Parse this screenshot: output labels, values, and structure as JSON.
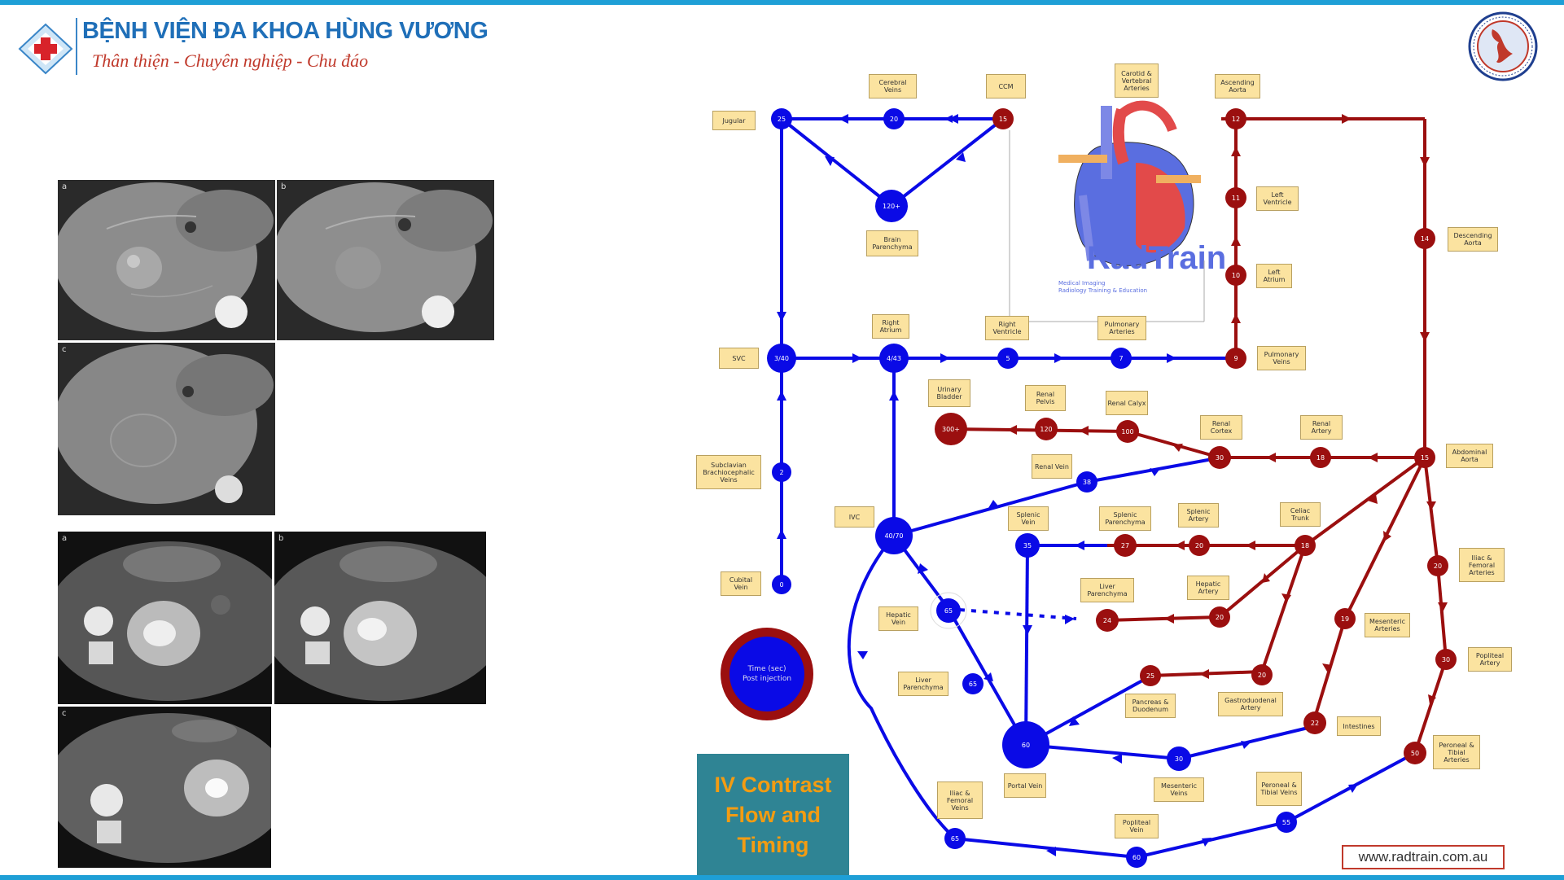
{
  "header": {
    "hospital_name": "BỆNH VIỆN ĐA KHOA HÙNG VƯƠNG",
    "slogan": "Thân thiện - Chuyên nghiệp - Chu đáo"
  },
  "scans": {
    "liver": [
      "a",
      "b",
      "c"
    ],
    "kidney": [
      "a",
      "b",
      "c"
    ]
  },
  "diagram": {
    "title_lines": [
      "IV Contrast",
      "Flow and",
      "Timing"
    ],
    "legend_lines": [
      "Time (sec)",
      "Post injection"
    ],
    "url": "www.radtrain.com.au",
    "logo_text": "RadTrain",
    "logo_sub": [
      "Medical Imaging",
      "Radiology Training & Education"
    ],
    "colors": {
      "venous": "#0a0ae6",
      "arterial": "#9b0f0f",
      "label_fill": "#fbe3a0"
    },
    "nodes": [
      {
        "id": "jugular",
        "value": "25"
      },
      {
        "id": "cerebral-veins",
        "value": "20"
      },
      {
        "id": "cerebral-arteries",
        "value": "15"
      },
      {
        "id": "brain",
        "value": "120+"
      },
      {
        "id": "ascending-aorta",
        "value": "12"
      },
      {
        "id": "left-ventricle",
        "value": "11"
      },
      {
        "id": "left-atrium",
        "value": "10"
      },
      {
        "id": "descending-aorta",
        "value": "14"
      },
      {
        "id": "svc",
        "value": "3/40"
      },
      {
        "id": "right-atrium",
        "value": "4/43"
      },
      {
        "id": "right-ventricle",
        "value": "5"
      },
      {
        "id": "pulmonary-arteries",
        "value": "7"
      },
      {
        "id": "pulmonary-veins",
        "value": "9"
      },
      {
        "id": "bladder",
        "value": "300+"
      },
      {
        "id": "renal-pelvis",
        "value": "120"
      },
      {
        "id": "renal-calyx",
        "value": "100"
      },
      {
        "id": "renal-cortex",
        "value": "30"
      },
      {
        "id": "renal-artery",
        "value": "18"
      },
      {
        "id": "abdominal-aorta",
        "value": "15"
      },
      {
        "id": "subclavian-vein",
        "value": "2"
      },
      {
        "id": "renal-vein",
        "value": "38"
      },
      {
        "id": "ivc",
        "value": "40/70"
      },
      {
        "id": "splenic-vein",
        "value": "35"
      },
      {
        "id": "splenic-parenchyma",
        "value": "27"
      },
      {
        "id": "splenic-artery",
        "value": "20"
      },
      {
        "id": "celiac-trunk",
        "value": "18"
      },
      {
        "id": "iliac-arteries",
        "value": "20"
      },
      {
        "id": "cubital-vein",
        "value": "0"
      },
      {
        "id": "hepatic-vein",
        "value": "65"
      },
      {
        "id": "liver-parenchyma",
        "value": "24"
      },
      {
        "id": "hepatic-artery",
        "value": "20"
      },
      {
        "id": "mesenteric-arteries",
        "value": "19"
      },
      {
        "id": "liver-parenchyma-vein",
        "value": "65"
      },
      {
        "id": "pancreas-duodenum",
        "value": "25"
      },
      {
        "id": "gastroduodenal-artery",
        "value": "20"
      },
      {
        "id": "popliteal-artery",
        "value": "30"
      },
      {
        "id": "portal-vein",
        "value": "60"
      },
      {
        "id": "mesenteric-veins",
        "value": "30"
      },
      {
        "id": "intestines",
        "value": "22"
      },
      {
        "id": "peroneal-tibial-arteries",
        "value": "50"
      },
      {
        "id": "iliac-femoral-veins",
        "value": "65"
      },
      {
        "id": "peroneal-tibial-veins",
        "value": "55"
      },
      {
        "id": "popliteal-vein",
        "value": "60"
      }
    ],
    "labels": {
      "jugular": "Jugular",
      "cerebral_veins": "Cerebral Veins",
      "cerebral_arteries": "CCM",
      "carotid": "Carotid & Vertebral Arteries",
      "ascending_aorta": "Ascending Aorta",
      "brain": "Brain Parenchyma",
      "left_ventricle": "Left Ventricle",
      "descending_aorta": "Descending Aorta",
      "left_atrium": "Left Atrium",
      "right_atrium": "Right Atrium",
      "right_ventricle": "Right Ventricle",
      "pulmonary_arteries": "Pulmonary Arteries",
      "svc": "SVC",
      "pulmonary_veins": "Pulmonary Veins",
      "bladder": "Urinary Bladder",
      "renal_pelvis": "Renal Pelvis",
      "renal_calyx": "Renal Calyx",
      "renal_cortex": "Renal Cortex",
      "renal_artery": "Renal Artery",
      "abdominal_aorta": "Abdominal Aorta",
      "subclavian": "Subclavian Brachiocephalic Veins",
      "renal_vein": "Renal Vein",
      "ivc": "IVC",
      "splenic_vein": "Splenic Vein",
      "splenic_parenchyma": "Splenic Parenchyma",
      "splenic_artery": "Splenic Artery",
      "celiac_trunk": "Celiac Trunk",
      "iliac_arteries": "Iliac & Femoral Arteries",
      "cubital_vein": "Cubital Vein",
      "liver_parenchyma": "Liver Parenchyma",
      "hepatic_artery": "Hepatic Artery",
      "mesenteric_arteries": "Mesenteric Arteries",
      "hepatic_vein": "Hepatic Vein",
      "popliteal_artery": "Popliteal Artery",
      "liver_parenchyma2": "Liver Parenchyma",
      "pancreas": "Pancreas & Duodenum",
      "gastroduodenal": "Gastroduodenal Artery",
      "intestines": "Intestines",
      "peroneal_arteries": "Peroneal & Tibial Arteries",
      "portal_vein": "Portal Vein",
      "mesenteric_veins": "Mesenteric Veins",
      "peroneal_veins": "Peroneal & Tibial Veins",
      "iliac_veins": "Iliac & Femoral Veins",
      "popliteal_vein": "Popliteal Vein"
    }
  }
}
